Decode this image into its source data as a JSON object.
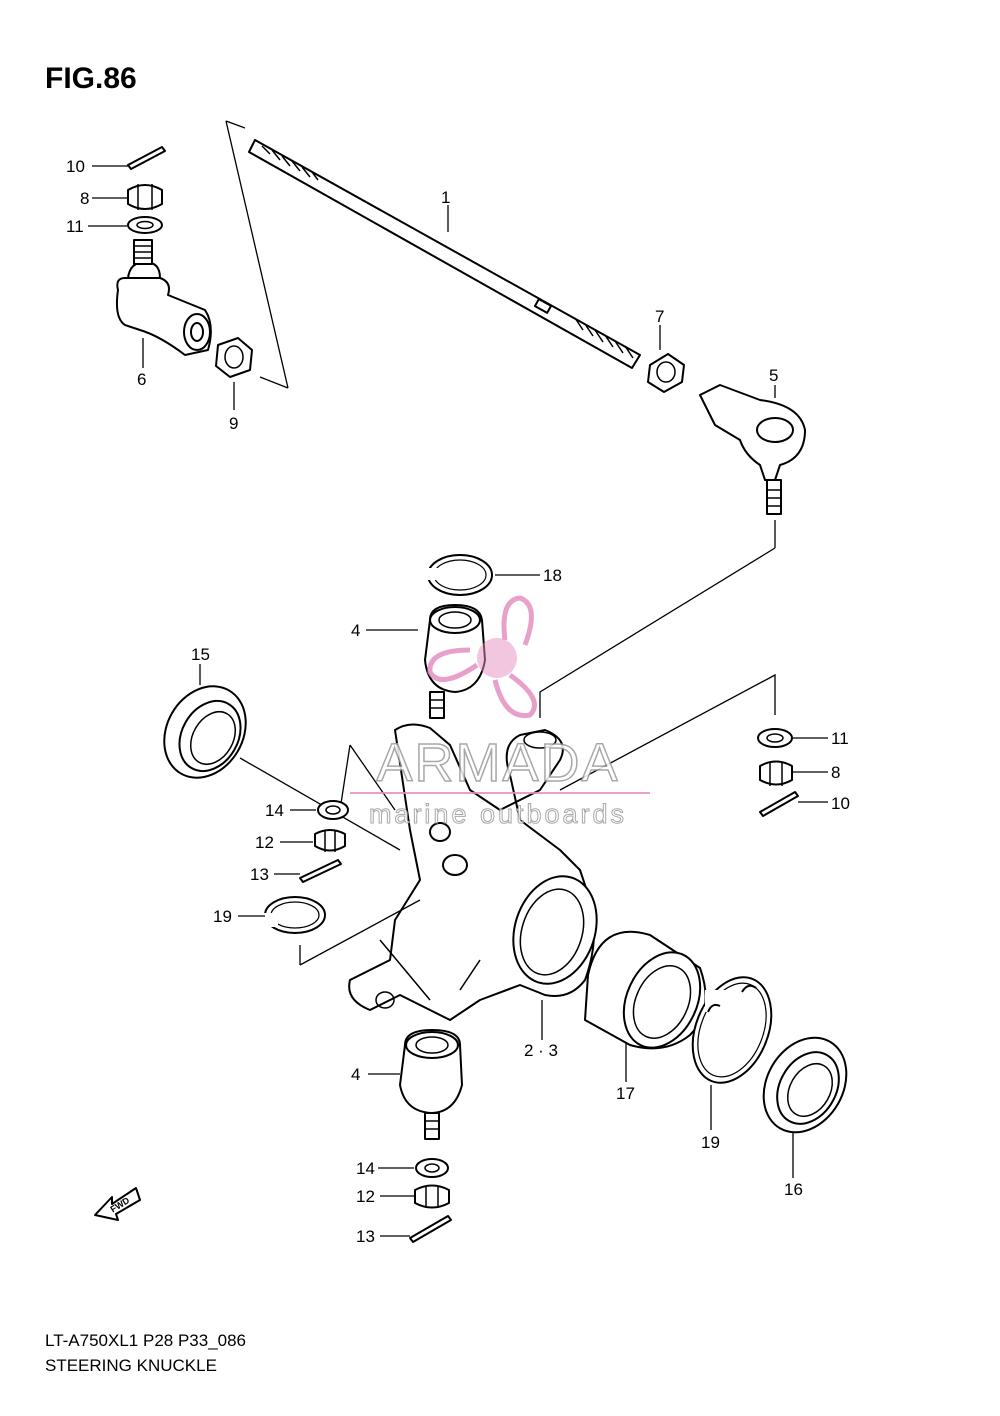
{
  "figure": {
    "title": "FIG.86",
    "code": "LT-A750XL1 P28 P33_086",
    "name": "STEERING KNUCKLE"
  },
  "watermark": {
    "brand": "ARMADA",
    "tagline": "marine outboards",
    "color": "#e58fc0"
  },
  "fwd_label": "FWD",
  "callouts": {
    "c1": "1",
    "c4a": "4",
    "c4b": "4",
    "c5": "5",
    "c6": "6",
    "c7": "7",
    "c8a": "8",
    "c8b": "8",
    "c9": "9",
    "c10a": "10",
    "c10b": "10",
    "c11a": "11",
    "c11b": "11",
    "c12a": "12",
    "c12b": "12",
    "c13a": "13",
    "c13b": "13",
    "c14a": "14",
    "c14b": "14",
    "c15": "15",
    "c16": "16",
    "c17": "17",
    "c18": "18",
    "c19a": "19",
    "c19b": "19",
    "c23": "2 · 3"
  }
}
